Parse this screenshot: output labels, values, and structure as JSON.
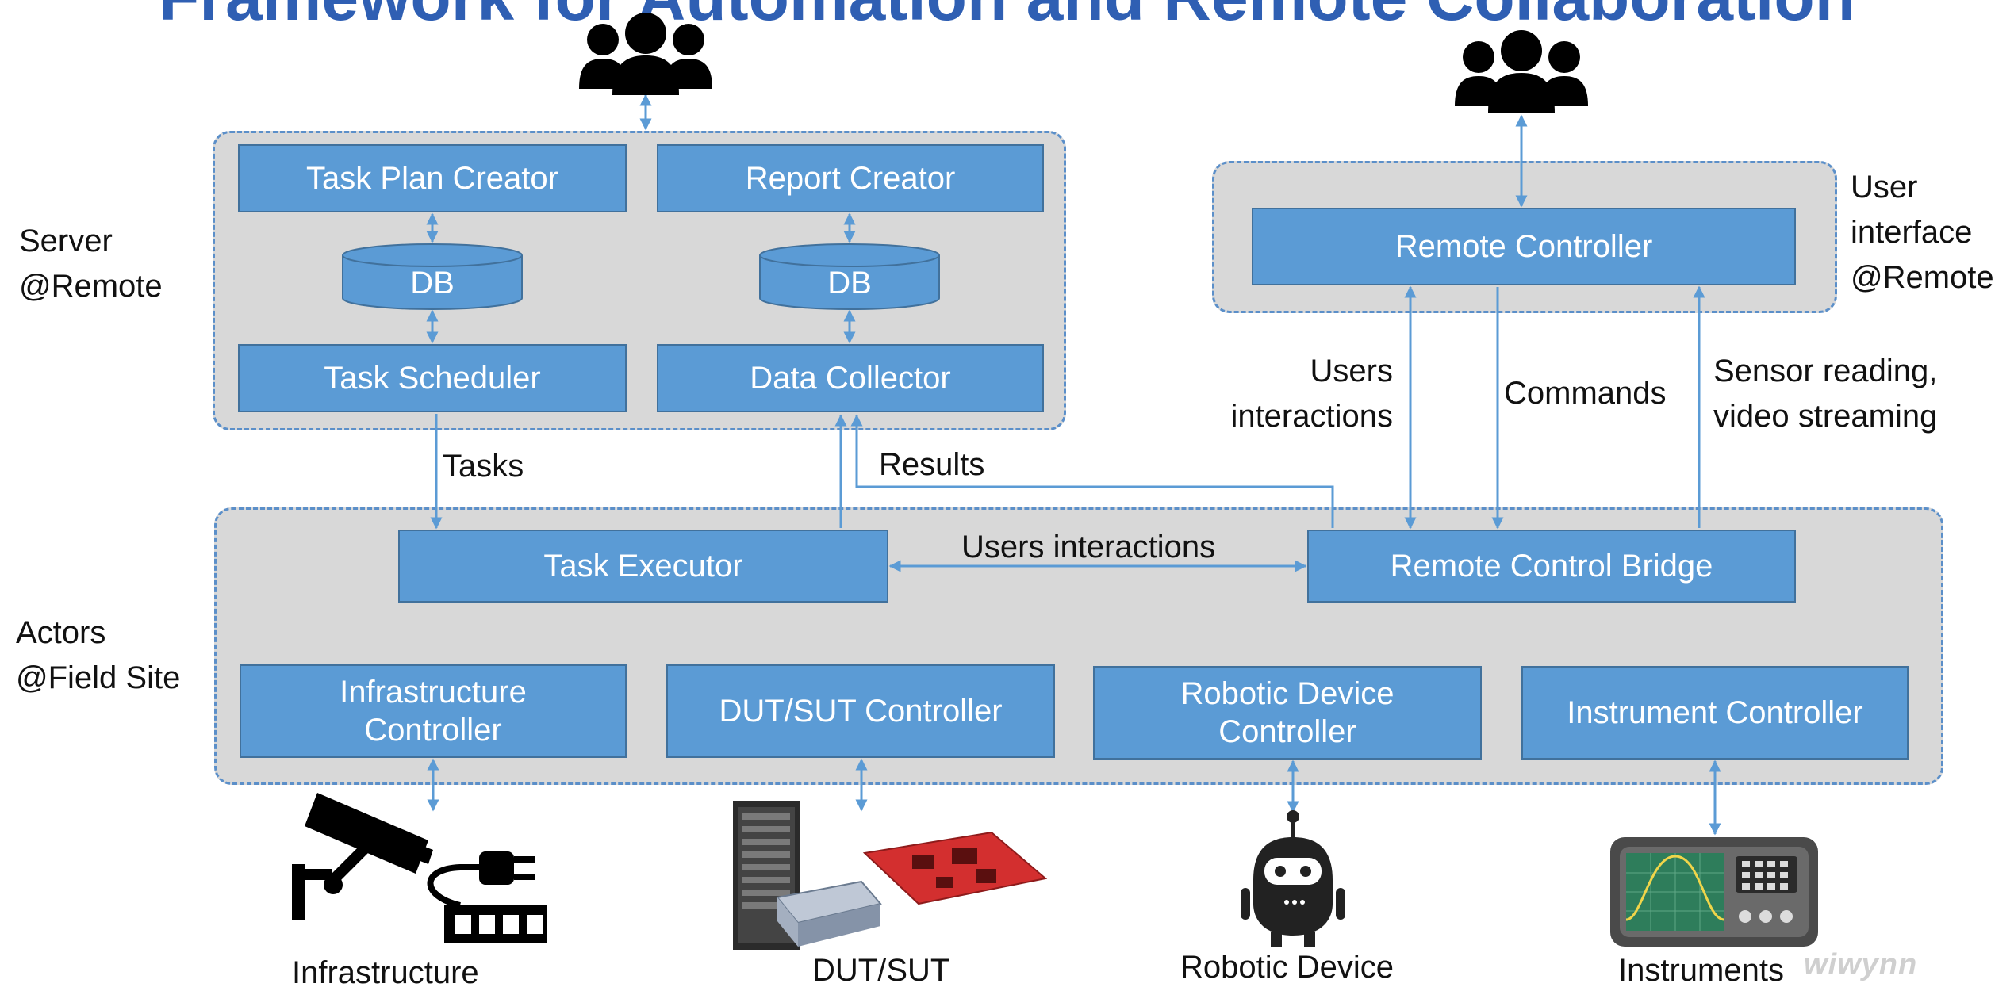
{
  "title": "Framework for Automation and Remote Collaboration",
  "regions": {
    "server_label": [
      "Server",
      "@Remote"
    ],
    "ui_label": [
      "User",
      "interface",
      "@Remote"
    ],
    "actors_label": [
      "Actors",
      "@Field Site"
    ]
  },
  "boxes": {
    "task_plan_creator": "Task Plan Creator",
    "report_creator": "Report Creator",
    "db_left": "DB",
    "db_right": "DB",
    "task_scheduler": "Task Scheduler",
    "data_collector": "Data Collector",
    "remote_controller": "Remote Controller",
    "task_executor": "Task Executor",
    "remote_control_bridge": "Remote Control Bridge",
    "infrastructure_controller": [
      "Infrastructure",
      "Controller"
    ],
    "dut_sut_controller": "DUT/SUT Controller",
    "robotic_device_controller": [
      "Robotic Device",
      "Controller"
    ],
    "instrument_controller": "Instrument Controller"
  },
  "edge_labels": {
    "tasks": "Tasks",
    "results": "Results",
    "users_interactions_mid": "Users interactions",
    "users_interactions_up": [
      "Users",
      "interactions"
    ],
    "commands": "Commands",
    "sensor": [
      "Sensor reading,",
      "video streaming"
    ]
  },
  "captions": {
    "infrastructure": "Infrastructure",
    "dut_sut": "DUT/SUT",
    "robotic_device": "Robotic Device",
    "instruments": "Instruments"
  },
  "icons": {
    "users_left": "users-group-icon",
    "users_right": "users-group-icon",
    "camera": "security-camera-icon",
    "plug": "power-plug-strip-icon",
    "server": "server-rack-icon",
    "board": "circuit-board-icon",
    "robot": "robot-icon",
    "oscilloscope": "oscilloscope-icon"
  },
  "watermark": "wiwynn",
  "colors": {
    "box": "#5b9bd5",
    "arrow": "#5b9bd5",
    "region": "#d8d8d8",
    "title": "#2f5fb3"
  }
}
